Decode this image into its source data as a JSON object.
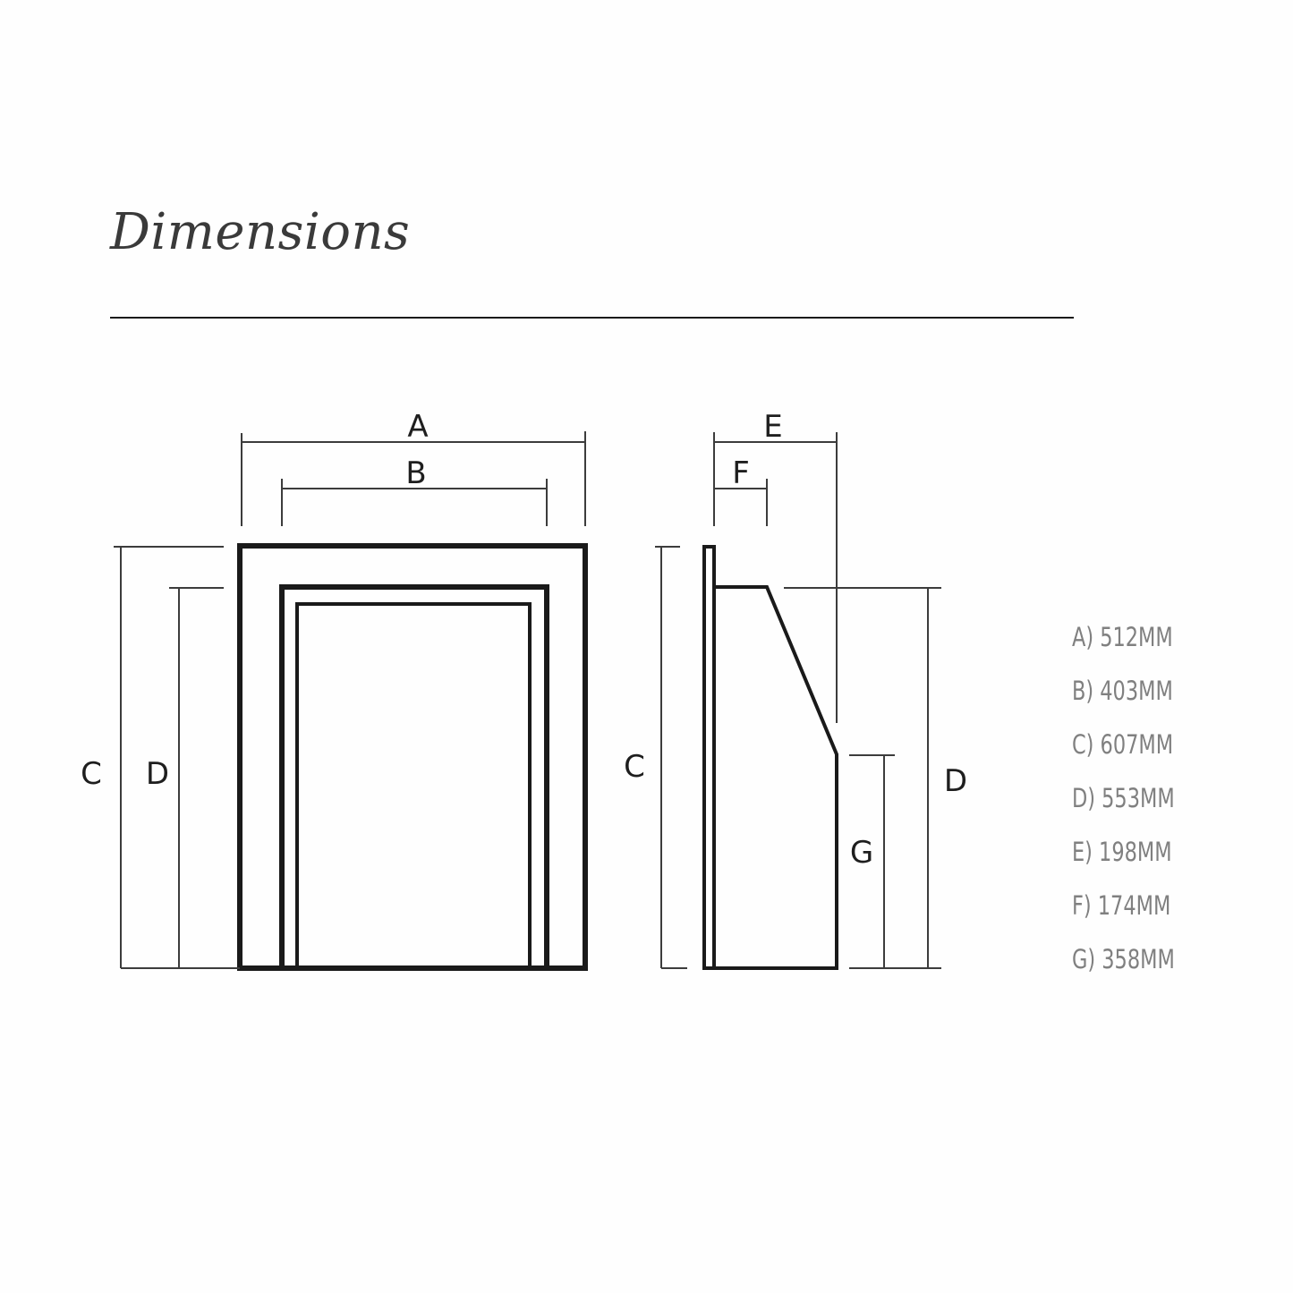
{
  "title": "Dimensions",
  "labels": {
    "A": "A",
    "B": "B",
    "C": "C",
    "D": "D",
    "E": "E",
    "F": "F",
    "G": "G"
  },
  "legend": [
    {
      "key": "A",
      "text": "A) 512MM"
    },
    {
      "key": "B",
      "text": "B) 403MM"
    },
    {
      "key": "C",
      "text": "C) 607MM"
    },
    {
      "key": "D",
      "text": "D) 553MM"
    },
    {
      "key": "E",
      "text": "E) 198MM"
    },
    {
      "key": "F",
      "text": "F) 174MM"
    },
    {
      "key": "G",
      "text": "G) 358MM"
    }
  ],
  "colors": {
    "background": "#fefefe",
    "outline": "#1a1a1a",
    "dimension_line": "#3c3c3c",
    "legend_text": "#808080"
  }
}
